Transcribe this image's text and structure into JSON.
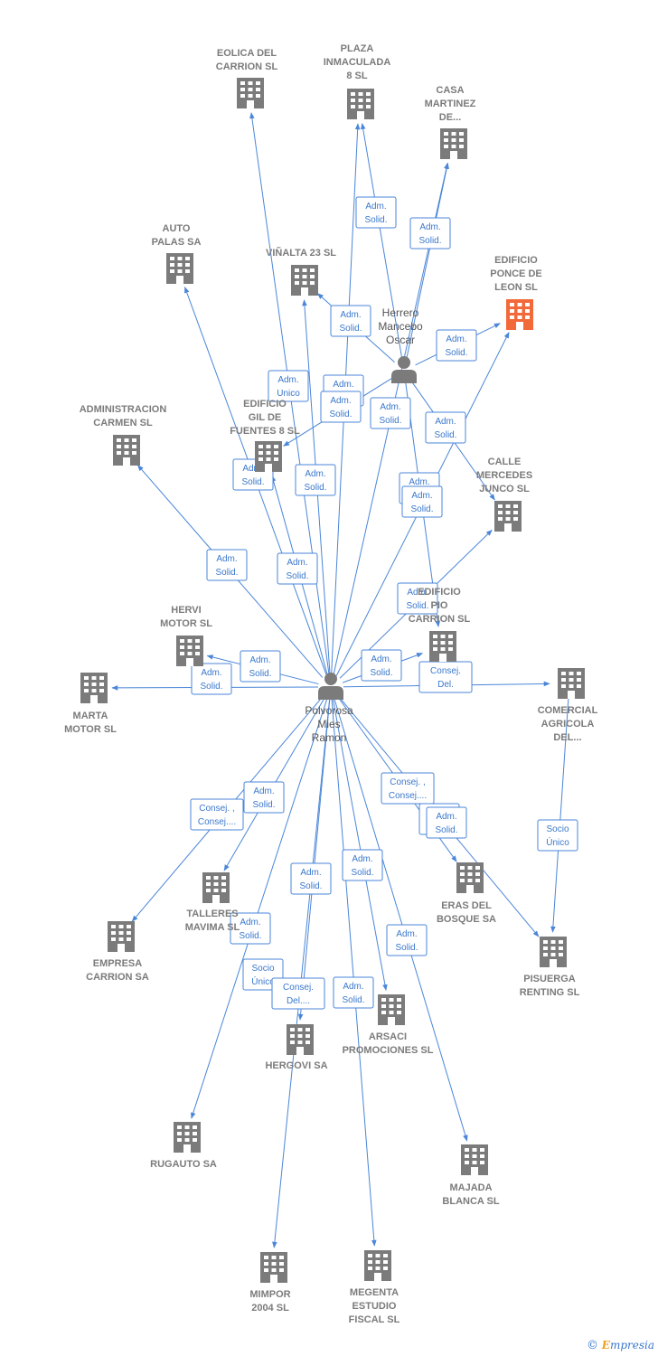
{
  "colors": {
    "edge": "#4a86d8",
    "company": "#7b7b7b",
    "highlight": "#f26a3a",
    "person": "#7b7b7b"
  },
  "persons": [
    {
      "id": "p1",
      "lines": [
        "Polvorosa",
        "Mies",
        "Ramon"
      ]
    },
    {
      "id": "p2",
      "lines": [
        "Herrero",
        "Mancebo",
        "Oscar"
      ]
    }
  ],
  "companies": [
    {
      "id": "eolica",
      "lines": [
        "EOLICA DEL",
        "CARRION SL"
      ]
    },
    {
      "id": "plaza",
      "lines": [
        "PLAZA",
        "INMACULADA",
        "8 SL"
      ]
    },
    {
      "id": "casa",
      "lines": [
        "CASA",
        "MARTINEZ",
        "DE..."
      ]
    },
    {
      "id": "auto",
      "lines": [
        "AUTO",
        "PALAS SA"
      ]
    },
    {
      "id": "vinalta",
      "lines": [
        "VIÑALTA 23 SL"
      ]
    },
    {
      "id": "ponce",
      "lines": [
        "EDIFICIO",
        "PONCE DE",
        "LEON SL"
      ],
      "highlight": true
    },
    {
      "id": "admin",
      "lines": [
        "ADMINISTRACION",
        "CARMEN SL"
      ]
    },
    {
      "id": "gil",
      "lines": [
        "EDIFICIO",
        "GIL DE",
        "FUENTES 8 SL"
      ]
    },
    {
      "id": "calle",
      "lines": [
        "CALLE",
        "MERCEDES",
        "JUNCO SL"
      ]
    },
    {
      "id": "hervi",
      "lines": [
        "HERVI",
        "MOTOR SL"
      ]
    },
    {
      "id": "edcarrion",
      "lines": [
        "EDIFICIO",
        "PIO",
        "CARRION SL"
      ]
    },
    {
      "id": "marta",
      "lines": [
        "MARTA",
        "MOTOR SL"
      ]
    },
    {
      "id": "comercial",
      "lines": [
        "COMERCIAL",
        "AGRICOLA",
        "DEL..."
      ]
    },
    {
      "id": "empresa",
      "lines": [
        "EMPRESA",
        "CARRION SA"
      ]
    },
    {
      "id": "talleres",
      "lines": [
        "TALLERES",
        "MAVIMA SL"
      ]
    },
    {
      "id": "eras",
      "lines": [
        "ERAS DEL",
        "BOSQUE SA"
      ]
    },
    {
      "id": "pisuerga",
      "lines": [
        "PISUERGA",
        "RENTING SL"
      ]
    },
    {
      "id": "arsaci",
      "lines": [
        "ARSACI",
        "PROMOCIONES SL"
      ]
    },
    {
      "id": "hergovi",
      "lines": [
        "HERGOVI SA"
      ]
    },
    {
      "id": "rugauto",
      "lines": [
        "RUGAUTO SA"
      ]
    },
    {
      "id": "majada",
      "lines": [
        "MAJADA",
        "BLANCA SL"
      ]
    },
    {
      "id": "mimpor",
      "lines": [
        "MIMPOR",
        "2004 SL"
      ]
    },
    {
      "id": "megenta",
      "lines": [
        "MEGENTA",
        "ESTUDIO",
        "FISCAL SL"
      ]
    }
  ],
  "edges": [
    {
      "from": "p1",
      "to": "eolica"
    },
    {
      "from": "p1",
      "to": "plaza"
    },
    {
      "from": "p1",
      "to": "casa"
    },
    {
      "from": "p1",
      "to": "auto"
    },
    {
      "from": "p1",
      "to": "vinalta"
    },
    {
      "from": "p1",
      "to": "ponce"
    },
    {
      "from": "p1",
      "to": "admin"
    },
    {
      "from": "p1",
      "to": "gil"
    },
    {
      "from": "p1",
      "to": "calle"
    },
    {
      "from": "p1",
      "to": "hervi"
    },
    {
      "from": "p1",
      "to": "marta"
    },
    {
      "from": "p1",
      "to": "edcarrion"
    },
    {
      "from": "p1",
      "to": "comercial"
    },
    {
      "from": "p1",
      "to": "empresa"
    },
    {
      "from": "p1",
      "to": "talleres"
    },
    {
      "from": "p1",
      "to": "eras"
    },
    {
      "from": "p1",
      "to": "pisuerga"
    },
    {
      "from": "p1",
      "to": "arsaci"
    },
    {
      "from": "p1",
      "to": "hergovi"
    },
    {
      "from": "p1",
      "to": "rugauto"
    },
    {
      "from": "p1",
      "to": "majada"
    },
    {
      "from": "p1",
      "to": "mimpor"
    },
    {
      "from": "p1",
      "to": "megenta"
    },
    {
      "from": "p2",
      "to": "plaza"
    },
    {
      "from": "p2",
      "to": "casa"
    },
    {
      "from": "p2",
      "to": "vinalta"
    },
    {
      "from": "p2",
      "to": "ponce"
    },
    {
      "from": "p2",
      "to": "gil"
    },
    {
      "from": "p2",
      "to": "calle"
    },
    {
      "from": "p2",
      "to": "edcarrion"
    },
    {
      "from": "comercial",
      "to": "pisuerga"
    }
  ],
  "roles": [
    {
      "lines": [
        "Adm.",
        "Solid."
      ]
    },
    {
      "lines": [
        "Adm.",
        "Solid."
      ]
    },
    {
      "lines": [
        "Adm.",
        "Solid."
      ]
    },
    {
      "lines": [
        "Adm.",
        "Solid."
      ]
    },
    {
      "lines": [
        "Adm.",
        "Unico"
      ]
    },
    {
      "lines": [
        "Adm.",
        "Solid."
      ]
    },
    {
      "lines": [
        "Adm.",
        "Solid."
      ]
    },
    {
      "lines": [
        "Adm.",
        "Solid."
      ]
    },
    {
      "lines": [
        "Adm.",
        "Solid."
      ]
    },
    {
      "lines": [
        "Adm.",
        "Solid."
      ]
    },
    {
      "lines": [
        "Adm.",
        "Solid."
      ]
    },
    {
      "lines": [
        "Adm.",
        "Solid."
      ]
    },
    {
      "lines": [
        "Adm.",
        "Solid."
      ]
    },
    {
      "lines": [
        "Adm.",
        "Solid."
      ]
    },
    {
      "lines": [
        "Adm.",
        "Solid."
      ]
    },
    {
      "lines": [
        "Adm.",
        "Solid."
      ]
    },
    {
      "lines": [
        "Adm.",
        "Solid."
      ]
    },
    {
      "lines": [
        "Adm.",
        "Solid."
      ]
    },
    {
      "lines": [
        "Adm.",
        "Solid."
      ]
    },
    {
      "lines": [
        "Adm.",
        "Solid."
      ]
    },
    {
      "lines": [
        "Adm.",
        "Solid."
      ]
    },
    {
      "lines": [
        "Consej.",
        "Del."
      ]
    },
    {
      "lines": [
        "Consej. ,",
        "Consej...."
      ]
    },
    {
      "lines": [
        "Adm.",
        "Solid."
      ]
    },
    {
      "lines": [
        "Consej. ,",
        "Consej...."
      ]
    },
    {
      "lines": [
        "Adm.",
        "Solid."
      ]
    },
    {
      "lines": [
        "Socio",
        "Único"
      ]
    },
    {
      "lines": [
        "Adm.",
        "Solid."
      ]
    },
    {
      "lines": [
        "Adm.",
        "Solid."
      ]
    },
    {
      "lines": [
        "Adm.",
        "Solid."
      ]
    },
    {
      "lines": [
        "Adm.",
        "Solid."
      ]
    },
    {
      "lines": [
        "Adm.",
        "Solid."
      ]
    },
    {
      "lines": [
        "Socio",
        "Único"
      ]
    },
    {
      "lines": [
        "Consej.",
        "Del...."
      ]
    },
    {
      "lines": [
        "Adm.",
        "Solid."
      ]
    }
  ],
  "brand": {
    "symbol": "©",
    "initial": "E",
    "rest": "mpresia"
  }
}
